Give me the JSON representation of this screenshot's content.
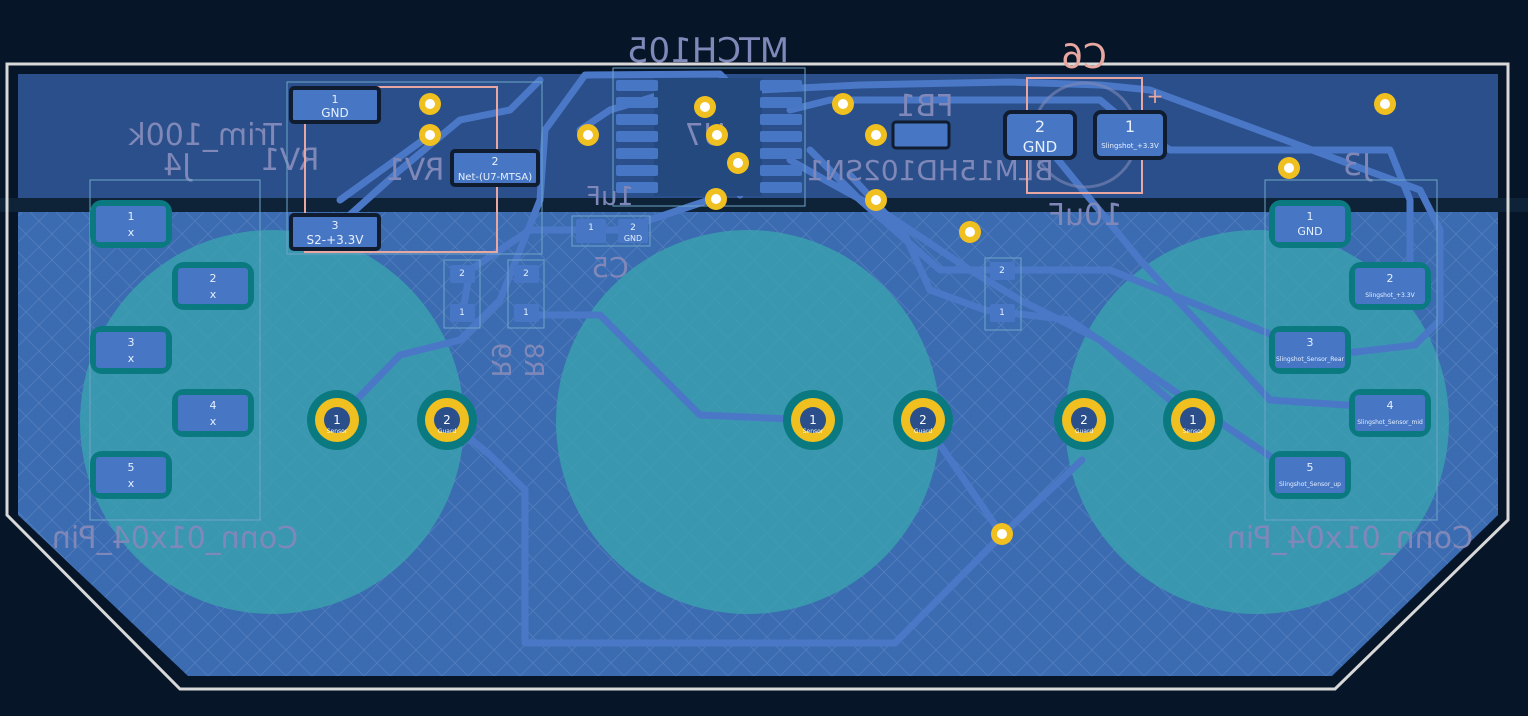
{
  "view": {
    "app": "PCB layout editor",
    "colors": {
      "background": "#061527",
      "copper_fill_front": "#2a4f8a",
      "copper_fill_back": "#3b6bb0",
      "track": "#4a78c7",
      "via_ring": "#f0c020",
      "pad": "#4676c4",
      "keepout_teal": "#3aa6b0",
      "outline": "#d8d8d8",
      "silk_back": "#7f88b8",
      "silk_pink": "#e8a7a0"
    }
  },
  "silkscreen": {
    "mtch": "MTCH105",
    "c6": "C6",
    "fb1": "FB1",
    "rv1": "RV1",
    "rv1_value": "Trim_100k",
    "rv1_label2": "RV1",
    "j4": "J4",
    "j3": "J3",
    "u7": "U7",
    "c5": "C5",
    "r9": "R9",
    "r8": "R8",
    "blm": "BLM15HD102SN1",
    "c6_value": "10uF",
    "c5_value": "1uF",
    "conn_left": "Conn_01x04_Pin",
    "conn_right": "Conn_01x04_Pin",
    "plus": "+"
  },
  "pads": {
    "rv1_1_num": "1",
    "rv1_1_net": "GND",
    "rv1_2_num": "2",
    "rv1_2_net": "Net-(U7-MTSA)",
    "rv1_3_num": "3",
    "rv1_3_net": "S2-+3.3V",
    "c6_2_num": "2",
    "c6_2_net": "GND",
    "c6_1_num": "1",
    "c6_1_net": "Slingshot_+3.3V",
    "c5_1_num": "1",
    "c5_2_num": "2",
    "c5_2_net": "GND",
    "j4_pins": [
      {
        "num": "1",
        "net": "x"
      },
      {
        "num": "2",
        "net": "x"
      },
      {
        "num": "3",
        "net": "x"
      },
      {
        "num": "4",
        "net": "x"
      },
      {
        "num": "5",
        "net": "x"
      }
    ],
    "j3_pins": [
      {
        "num": "1",
        "net": "GND"
      },
      {
        "num": "2",
        "net": "Slingshot_+3.3V"
      },
      {
        "num": "3",
        "net": "Slingshot_Sensor_Rear"
      },
      {
        "num": "4",
        "net": "Slingshot_Sensor_mid"
      },
      {
        "num": "5",
        "net": "Slingshot_Sensor_up"
      }
    ],
    "sensor_pads": [
      {
        "num": "1",
        "net": "Sensor"
      },
      {
        "num": "2",
        "net": "Guard"
      },
      {
        "num": "1",
        "net": "Sensor"
      },
      {
        "num": "2",
        "net": "Guard"
      },
      {
        "num": "2",
        "net": "Guard"
      },
      {
        "num": "1",
        "net": "Sensor"
      }
    ],
    "small_pads": {
      "r9_top": "2",
      "r9_bot": "1",
      "r8_top": "2",
      "r8_bot": "1",
      "fb1_top": "2",
      "fb1_bot": "1"
    }
  }
}
